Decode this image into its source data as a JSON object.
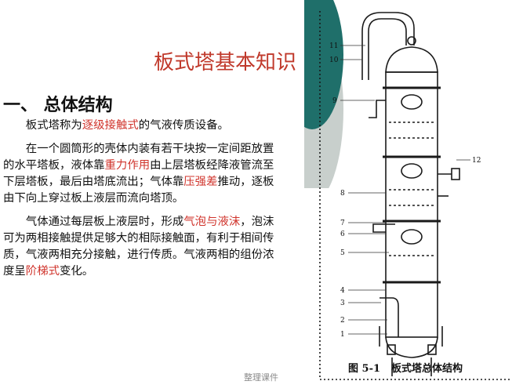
{
  "slide": {
    "title": "板式塔基本知识",
    "heading": "一、 总体结构",
    "paragraphs": [
      [
        {
          "text": "板式塔称为",
          "hl": false
        },
        {
          "text": "逐级接触式",
          "hl": true
        },
        {
          "text": "的气液传质设备。",
          "hl": false
        }
      ],
      [
        {
          "text": "在一个圆筒形的壳体内装有若干块按一定间距放置的水平塔板，液体靠",
          "hl": false
        },
        {
          "text": "重力作用",
          "hl": true
        },
        {
          "text": "由上层塔板经降液管流至下层塔板，最后由塔底流出；气体靠",
          "hl": false
        },
        {
          "text": "压强差",
          "hl": true
        },
        {
          "text": "推动，逐板由下向上穿过板上液层而流向塔顶。",
          "hl": false
        }
      ],
      [
        {
          "text": "气体通过每层板上液层时，形成",
          "hl": false
        },
        {
          "text": "气泡与液沫",
          "hl": true
        },
        {
          "text": "，泡沫可为两相接触提供足够大的相际接触面，有利于相间传质，气液两相充分接触，进行传质。气液两相的组份浓度呈",
          "hl": false
        },
        {
          "text": "阶梯式",
          "hl": true
        },
        {
          "text": "变化。",
          "hl": false
        }
      ]
    ],
    "footer": "整理课件",
    "colors": {
      "highlight": "#d0342c",
      "title": "#c0392b",
      "deco_teal": "#1f6f6a",
      "deco_gray": "#c8cfcc"
    }
  },
  "figure": {
    "caption_number": "图 5-1",
    "caption_text": "板式塔总体结构",
    "labels": [
      "11",
      "10",
      "9",
      "12",
      "8",
      "7",
      "6",
      "5",
      "4",
      "3",
      "2",
      "1"
    ]
  }
}
